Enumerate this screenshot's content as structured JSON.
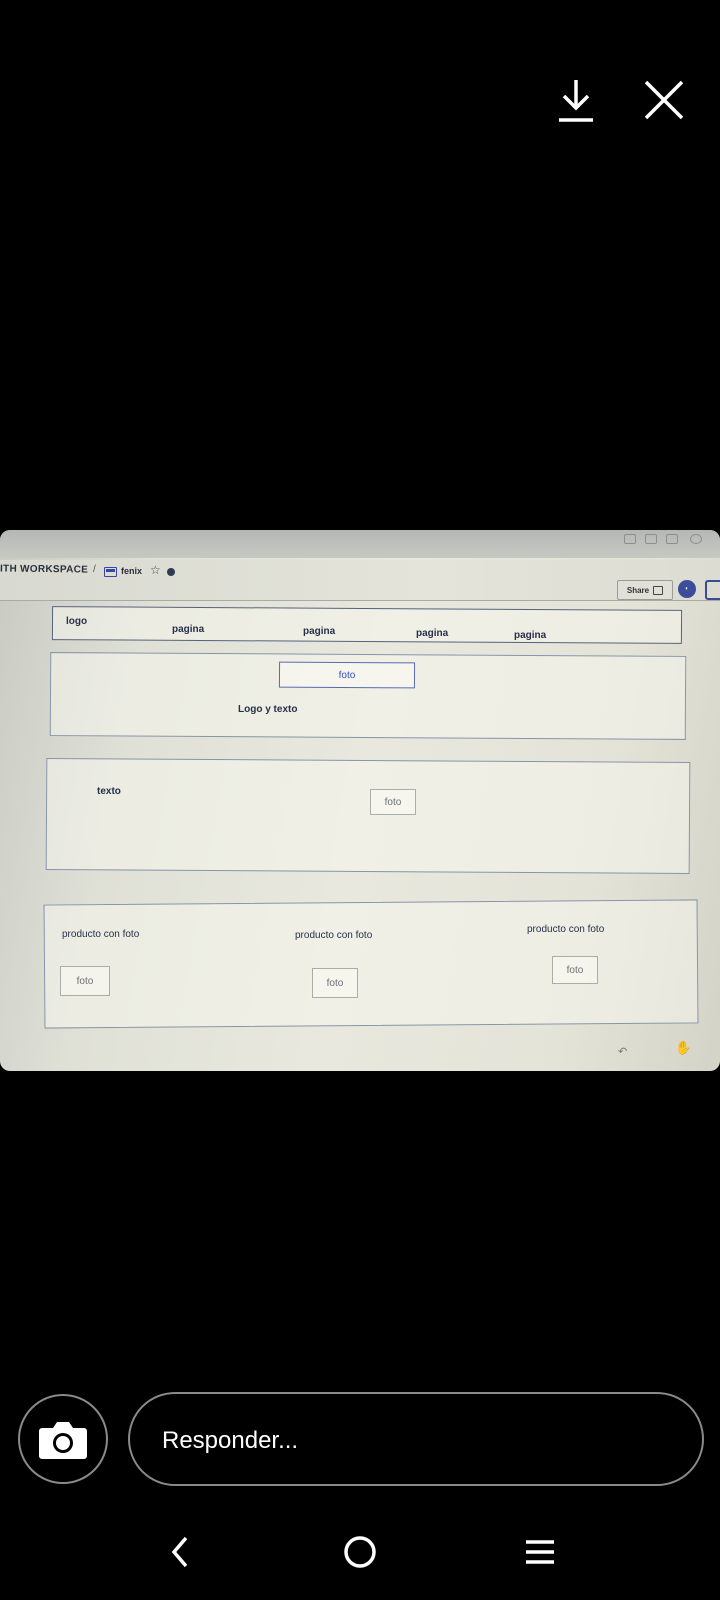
{
  "top_actions": {
    "download_icon": "download-icon",
    "close_icon": "close-icon"
  },
  "photo": {
    "workspace_title": "ITH WORKSPACE",
    "separator": "/",
    "board_name": "fenix",
    "share_label": "Share",
    "wireframe": {
      "header": {
        "logo": "logo",
        "pages": [
          "pagina",
          "pagina",
          "pagina",
          "pagina"
        ]
      },
      "hero": {
        "photo": "foto",
        "caption": "Logo y texto"
      },
      "section": {
        "text": "texto",
        "photo": "foto"
      },
      "products": [
        {
          "title": "producto con foto",
          "photo": "foto"
        },
        {
          "title": "producto con foto",
          "photo": "foto"
        },
        {
          "title": "producto con foto",
          "photo": "foto"
        }
      ]
    }
  },
  "reply": {
    "placeholder": "Responder...",
    "camera_icon": "camera-icon"
  },
  "nav": {
    "back_icon": "back-icon",
    "home_icon": "home-icon",
    "recents_icon": "recents-icon"
  },
  "colors": {
    "background": "#000000",
    "foreground": "#ffffff",
    "wireframe_border": "#8795a8",
    "foto_accent": "#3a4fb8"
  }
}
